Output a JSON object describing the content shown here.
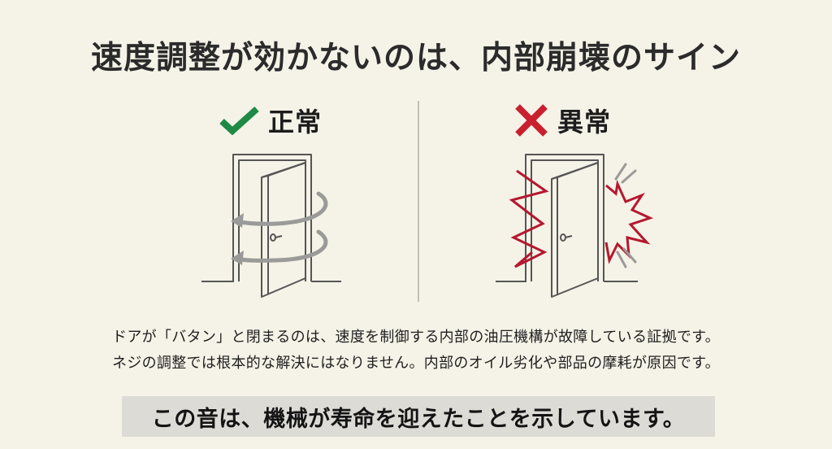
{
  "title": "速度調整が効かないのは、内部崩壊のサイン",
  "panels": {
    "normal": {
      "label": "正常",
      "icon": "check-icon",
      "icon_color": "#1e8a45",
      "illustration": "door-closing-smoothly-with-rotation-arrows"
    },
    "abnormal": {
      "label": "異常",
      "icon": "cross-icon",
      "icon_color": "#c8202e",
      "illustration": "door-slamming-with-impact-bursts",
      "burst_color": "#b5182e"
    }
  },
  "body": {
    "line1": "ドアが「バタン」と閉まるのは、速度を制御する内部の油圧機構が故障している証拠です。",
    "line2": "ネジの調整では根本的な解決にはなりません。内部のオイル劣化や部品の摩耗が原因です。"
  },
  "callout": "この音は、機械が寿命を迎えたことを示しています。",
  "colors": {
    "background": "#f5f2e7",
    "text": "#2b2b2b",
    "line_art": "#555555",
    "arrow": "#9a9a98",
    "callout_bg": "#dcdbd5",
    "divider": "#c3c1b7"
  }
}
